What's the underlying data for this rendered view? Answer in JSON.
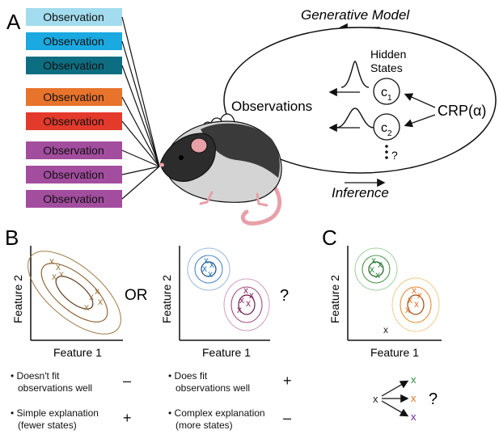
{
  "panel_labels": {
    "a": "A",
    "b": "B",
    "c": "C"
  },
  "observations": [
    {
      "label": "Observation",
      "color": "#a3dcef"
    },
    {
      "label": "Observation",
      "color": "#1aa9e0"
    },
    {
      "label": "Observation",
      "color": "#0d6e82"
    },
    {
      "label": "Observation",
      "color": "#e8742c"
    },
    {
      "label": "Observation",
      "color": "#e33a2c"
    },
    {
      "label": "Observation",
      "color": "#a24d9e"
    },
    {
      "label": "Observation",
      "color": "#a24d9e"
    },
    {
      "label": "Observation",
      "color": "#a24d9e"
    }
  ],
  "model": {
    "generative": "Generative Model",
    "inference": "Inference",
    "observations": "Observations",
    "hidden_line1": "Hidden",
    "hidden_line2": "States",
    "state1": "c",
    "state1_sub": "1",
    "state2": "c",
    "state2_sub": "2",
    "crp": "CRP(α)",
    "more": "?"
  },
  "panel_b": {
    "or_label": "OR",
    "question": "?",
    "plot1": {
      "xlabel": "Feature 1",
      "ylabel": "Feature 2",
      "point_color": "#a07a4a"
    },
    "plot2": {
      "xlabel": "Feature 1",
      "ylabel": "Feature 2",
      "cluster1_color": "#2a7fc0",
      "cluster2_color": "#8e2a6e"
    },
    "left_notes": [
      {
        "text": "• Doesn't fit\nobservations well",
        "sign": "–"
      },
      {
        "text": "• Simple explanation\n(fewer states)",
        "sign": "+"
      }
    ],
    "right_notes": [
      {
        "text": "• Does fit\nobservations well",
        "sign": "+"
      },
      {
        "text": "• Complex explanation\n(more states)",
        "sign": "–"
      }
    ]
  },
  "panel_c": {
    "xlabel": "Feature 1",
    "ylabel": "Feature 2",
    "cluster1_color": "#2e8b3e",
    "cluster2_color": "#e8742c",
    "new_point_label": "x",
    "options": [
      {
        "label": "x",
        "color": "#2e8b3e"
      },
      {
        "label": "x",
        "color": "#e8742c"
      },
      {
        "label": "x",
        "color": "#6a2a9e"
      }
    ],
    "question": "?"
  }
}
